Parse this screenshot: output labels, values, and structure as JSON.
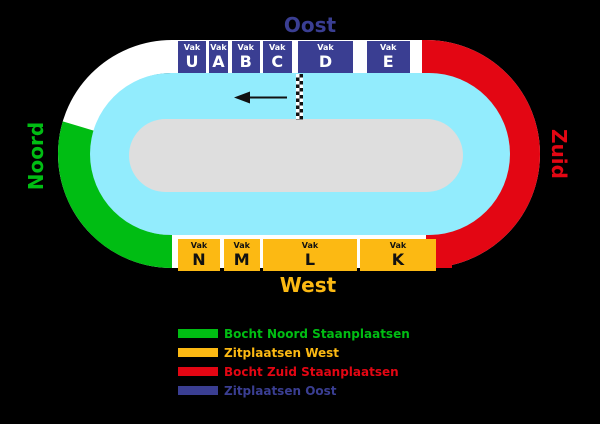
{
  "compass": {
    "north": "Noord",
    "east": "Oost",
    "south": "Zuid",
    "west": "West"
  },
  "stands": {
    "oost": {
      "sections": [
        {
          "prefix": "Vak",
          "code": "U"
        },
        {
          "prefix": "Vak",
          "code": "A"
        },
        {
          "prefix": "Vak",
          "code": "B"
        },
        {
          "prefix": "Vak",
          "code": "C"
        },
        {
          "prefix": "Vak",
          "code": "D"
        },
        {
          "prefix": "Vak",
          "code": "E"
        }
      ]
    },
    "west": {
      "sections": [
        {
          "prefix": "Vak",
          "code": "N"
        },
        {
          "prefix": "Vak",
          "code": "M"
        },
        {
          "prefix": "Vak",
          "code": "L"
        },
        {
          "prefix": "Vak",
          "code": "K"
        }
      ]
    }
  },
  "legend": {
    "items": [
      {
        "label": "Bocht Noord Staanplaatsen",
        "color": "#00bd13"
      },
      {
        "label": "Zitplaatsen West",
        "color": "#fcb913"
      },
      {
        "label": "Bocht Zuid Staanplaatsen",
        "color": "#e30613"
      },
      {
        "label": "Zitplaatsen Oost",
        "color": "#3a3e92"
      }
    ]
  },
  "colors": {
    "background": "#000000",
    "track": "#92ecfd",
    "infield": "#dedede",
    "stand_base": "#ffffff",
    "noord_green": "#00bd13",
    "west_yellow": "#fcb913",
    "zuid_red": "#e30613",
    "oost_blue": "#3a3e92"
  },
  "icons": {
    "finish_line": "checkered-finish-line",
    "direction_arrow": "arrow-left"
  }
}
